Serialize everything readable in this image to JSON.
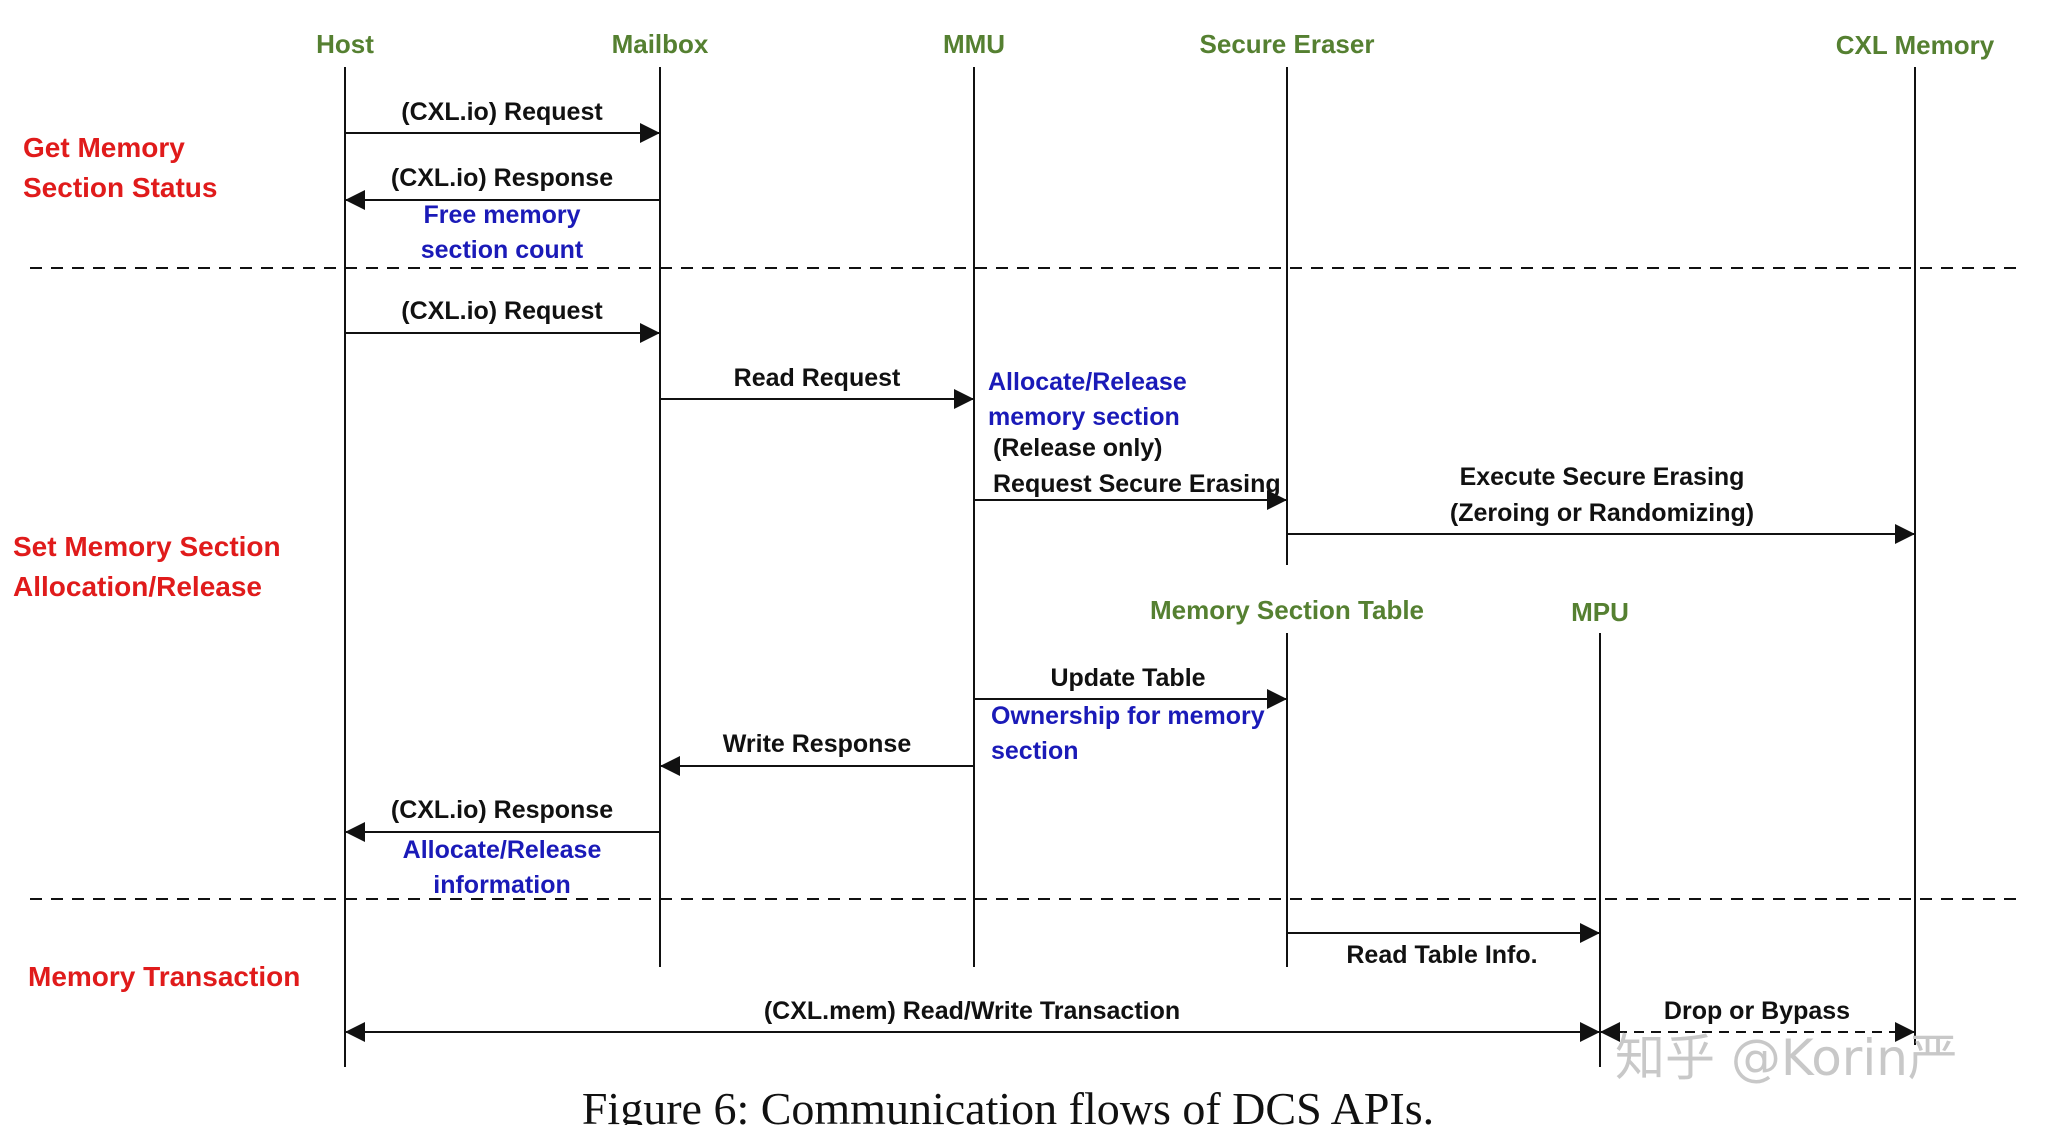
{
  "lifelines": {
    "host": "Host",
    "mailbox": "Mailbox",
    "mmu": "MMU",
    "secure_eraser": "Secure Eraser",
    "cxl_memory": "CXL Memory",
    "memory_section_table": "Memory Section Table",
    "mpu": "MPU"
  },
  "sections": {
    "get_status": [
      "Get Memory",
      "Section Status"
    ],
    "set_allocation": [
      "Set Memory Section",
      "Allocation/Release"
    ],
    "transaction": [
      "Memory Transaction"
    ]
  },
  "messages": {
    "req1": "(CXL.io) Request",
    "resp1": "(CXL.io) Response",
    "req2": "(CXL.io) Request",
    "read_request": "Read Request",
    "request_secure_erasing": [
      "(Release only)",
      "Request Secure Erasing"
    ],
    "execute_secure_erasing": [
      "Execute Secure Erasing",
      "(Zeroing or Randomizing)"
    ],
    "update_table": "Update Table",
    "write_response": "Write Response",
    "resp2": "(CXL.io) Response",
    "read_table_info": "Read Table Info.",
    "rw_transaction": "(CXL.mem) Read/Write Transaction",
    "drop_or_bypass": "Drop or Bypass"
  },
  "notes": {
    "free_count": [
      "Free memory",
      "section count"
    ],
    "allocate_release_section": [
      "Allocate/Release",
      "memory section"
    ],
    "ownership": [
      "Ownership for memory",
      "section"
    ],
    "allocate_release_info": [
      "Allocate/Release",
      "information"
    ]
  },
  "caption": "Figure 6: Communication flows of DCS APIs.",
  "watermark": "知乎 @Korin严",
  "colors": {
    "lifeline_label": "#558031",
    "section_label": "#e01b1b",
    "note_text": "#1a1ab8",
    "line": "#111111"
  }
}
